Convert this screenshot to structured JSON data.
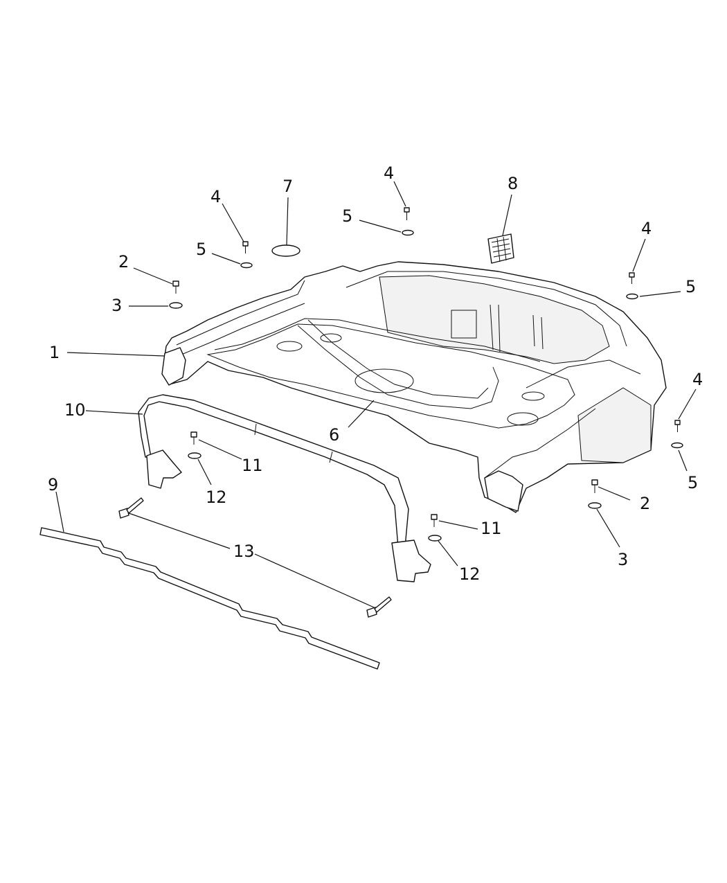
{
  "diagram": {
    "callouts": [
      {
        "key": "c1",
        "text": "1"
      },
      {
        "key": "c2a",
        "text": "2"
      },
      {
        "key": "c2b",
        "text": "2"
      },
      {
        "key": "c3a",
        "text": "3"
      },
      {
        "key": "c3b",
        "text": "3"
      },
      {
        "key": "c4a",
        "text": "4"
      },
      {
        "key": "c4b",
        "text": "4"
      },
      {
        "key": "c4c",
        "text": "4"
      },
      {
        "key": "c4d",
        "text": "4"
      },
      {
        "key": "c5a",
        "text": "5"
      },
      {
        "key": "c5b",
        "text": "5"
      },
      {
        "key": "c5c",
        "text": "5"
      },
      {
        "key": "c5d",
        "text": "5"
      },
      {
        "key": "c6",
        "text": "6"
      },
      {
        "key": "c7",
        "text": "7"
      },
      {
        "key": "c8",
        "text": "8"
      },
      {
        "key": "c9",
        "text": "9"
      },
      {
        "key": "c10",
        "text": "10"
      },
      {
        "key": "c11a",
        "text": "11"
      },
      {
        "key": "c11b",
        "text": "11"
      },
      {
        "key": "c12a",
        "text": "12"
      },
      {
        "key": "c12b",
        "text": "12"
      },
      {
        "key": "c13",
        "text": "13"
      }
    ]
  }
}
